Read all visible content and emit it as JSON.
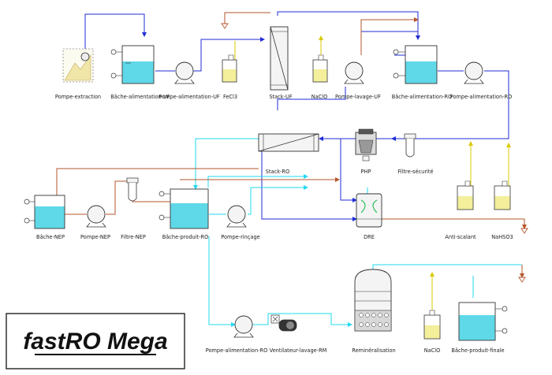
{
  "diagram": {
    "title": "fastRO Mega",
    "colors": {
      "raw_water": "#1f2bd6",
      "permeate": "#22d8f0",
      "concentrate": "#b4562b",
      "chemical": "#d8c800",
      "tank_fill": "#5fd8e8",
      "chem_fill": "#f3ef9a",
      "equipment_fill": "#f4f4f4",
      "outline": "#333333"
    },
    "labels": {
      "pompe_extraction": "Pompe-extraction",
      "bache_alim_uf": "Bâche-alimentation-UF",
      "pompe_alim_uf": "Pompe-alimentation-UF",
      "fecl3": "FeCl3",
      "stack_uf": "Stack-UF",
      "naclo_top": "NaClO",
      "pompe_lavage_uf": "Pompe-lavage-UF",
      "bache_alim_ro": "Bâche-alimentation-RO",
      "pompe_alim_ro_top": "Pompe-alimentation-RO",
      "stack_ro": "Stack-RO",
      "php": "PHP",
      "filtre_securite": "Filtre-sécurité",
      "bache_nep": "Bâche-NEP",
      "pompe_nep": "Pompe-NEP",
      "filtre_nep": "Filtre-NEP",
      "bache_produit_ro": "Bâche-produit-RO",
      "pompe_rincage": "Pompe-rinçage",
      "dre": "DRE",
      "anti_scalant": "Anti-scalant",
      "nahso3": "NaHSO3",
      "pompe_alim_ro_bottom": "Pompe-alimentation-RO",
      "ventilateur": "Ventilateur-lavage-RM",
      "remineralisation": "Reminéralisation",
      "naclo_bottom": "NaClO",
      "bache_produit_finale": "Bâche-produit-finale"
    }
  }
}
